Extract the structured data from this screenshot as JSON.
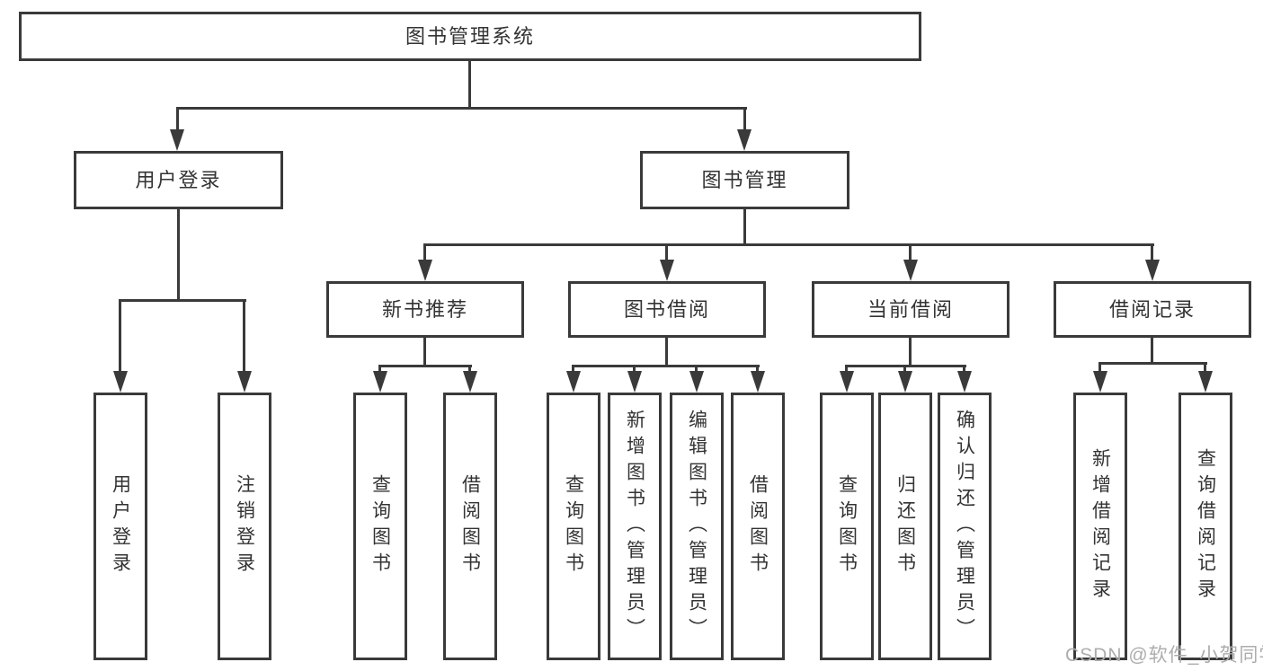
{
  "diagram": {
    "root": {
      "label": "图书管理系统"
    },
    "level2": [
      {
        "label": "用户登录"
      },
      {
        "label": "图书管理"
      }
    ],
    "level3": [
      {
        "label": "新书推荐"
      },
      {
        "label": "图书借阅"
      },
      {
        "label": "当前借阅"
      },
      {
        "label": "借阅记录"
      }
    ],
    "leaves": {
      "user_login": [
        {
          "label": "用户登录"
        },
        {
          "label": "注销登录"
        }
      ],
      "new_book": [
        {
          "label": "查询图书"
        },
        {
          "label": "借阅图书"
        }
      ],
      "book_borrow": [
        {
          "label": "查询图书"
        },
        {
          "label": "新增图书（管理员）"
        },
        {
          "label": "编辑图书（管理员）"
        },
        {
          "label": "借阅图书"
        }
      ],
      "current_borrow": [
        {
          "label": "查询图书"
        },
        {
          "label": "归还图书"
        },
        {
          "label": "确认归还（管理员）"
        }
      ],
      "borrow_record": [
        {
          "label": "新增借阅记录"
        },
        {
          "label": "查询借阅记录"
        }
      ]
    },
    "watermark": "CSDN @软件_小贺同学",
    "colors": {
      "line": "#3a3a3a",
      "text": "#333333",
      "watermark": "#adadad",
      "background": "#ffffff"
    }
  }
}
